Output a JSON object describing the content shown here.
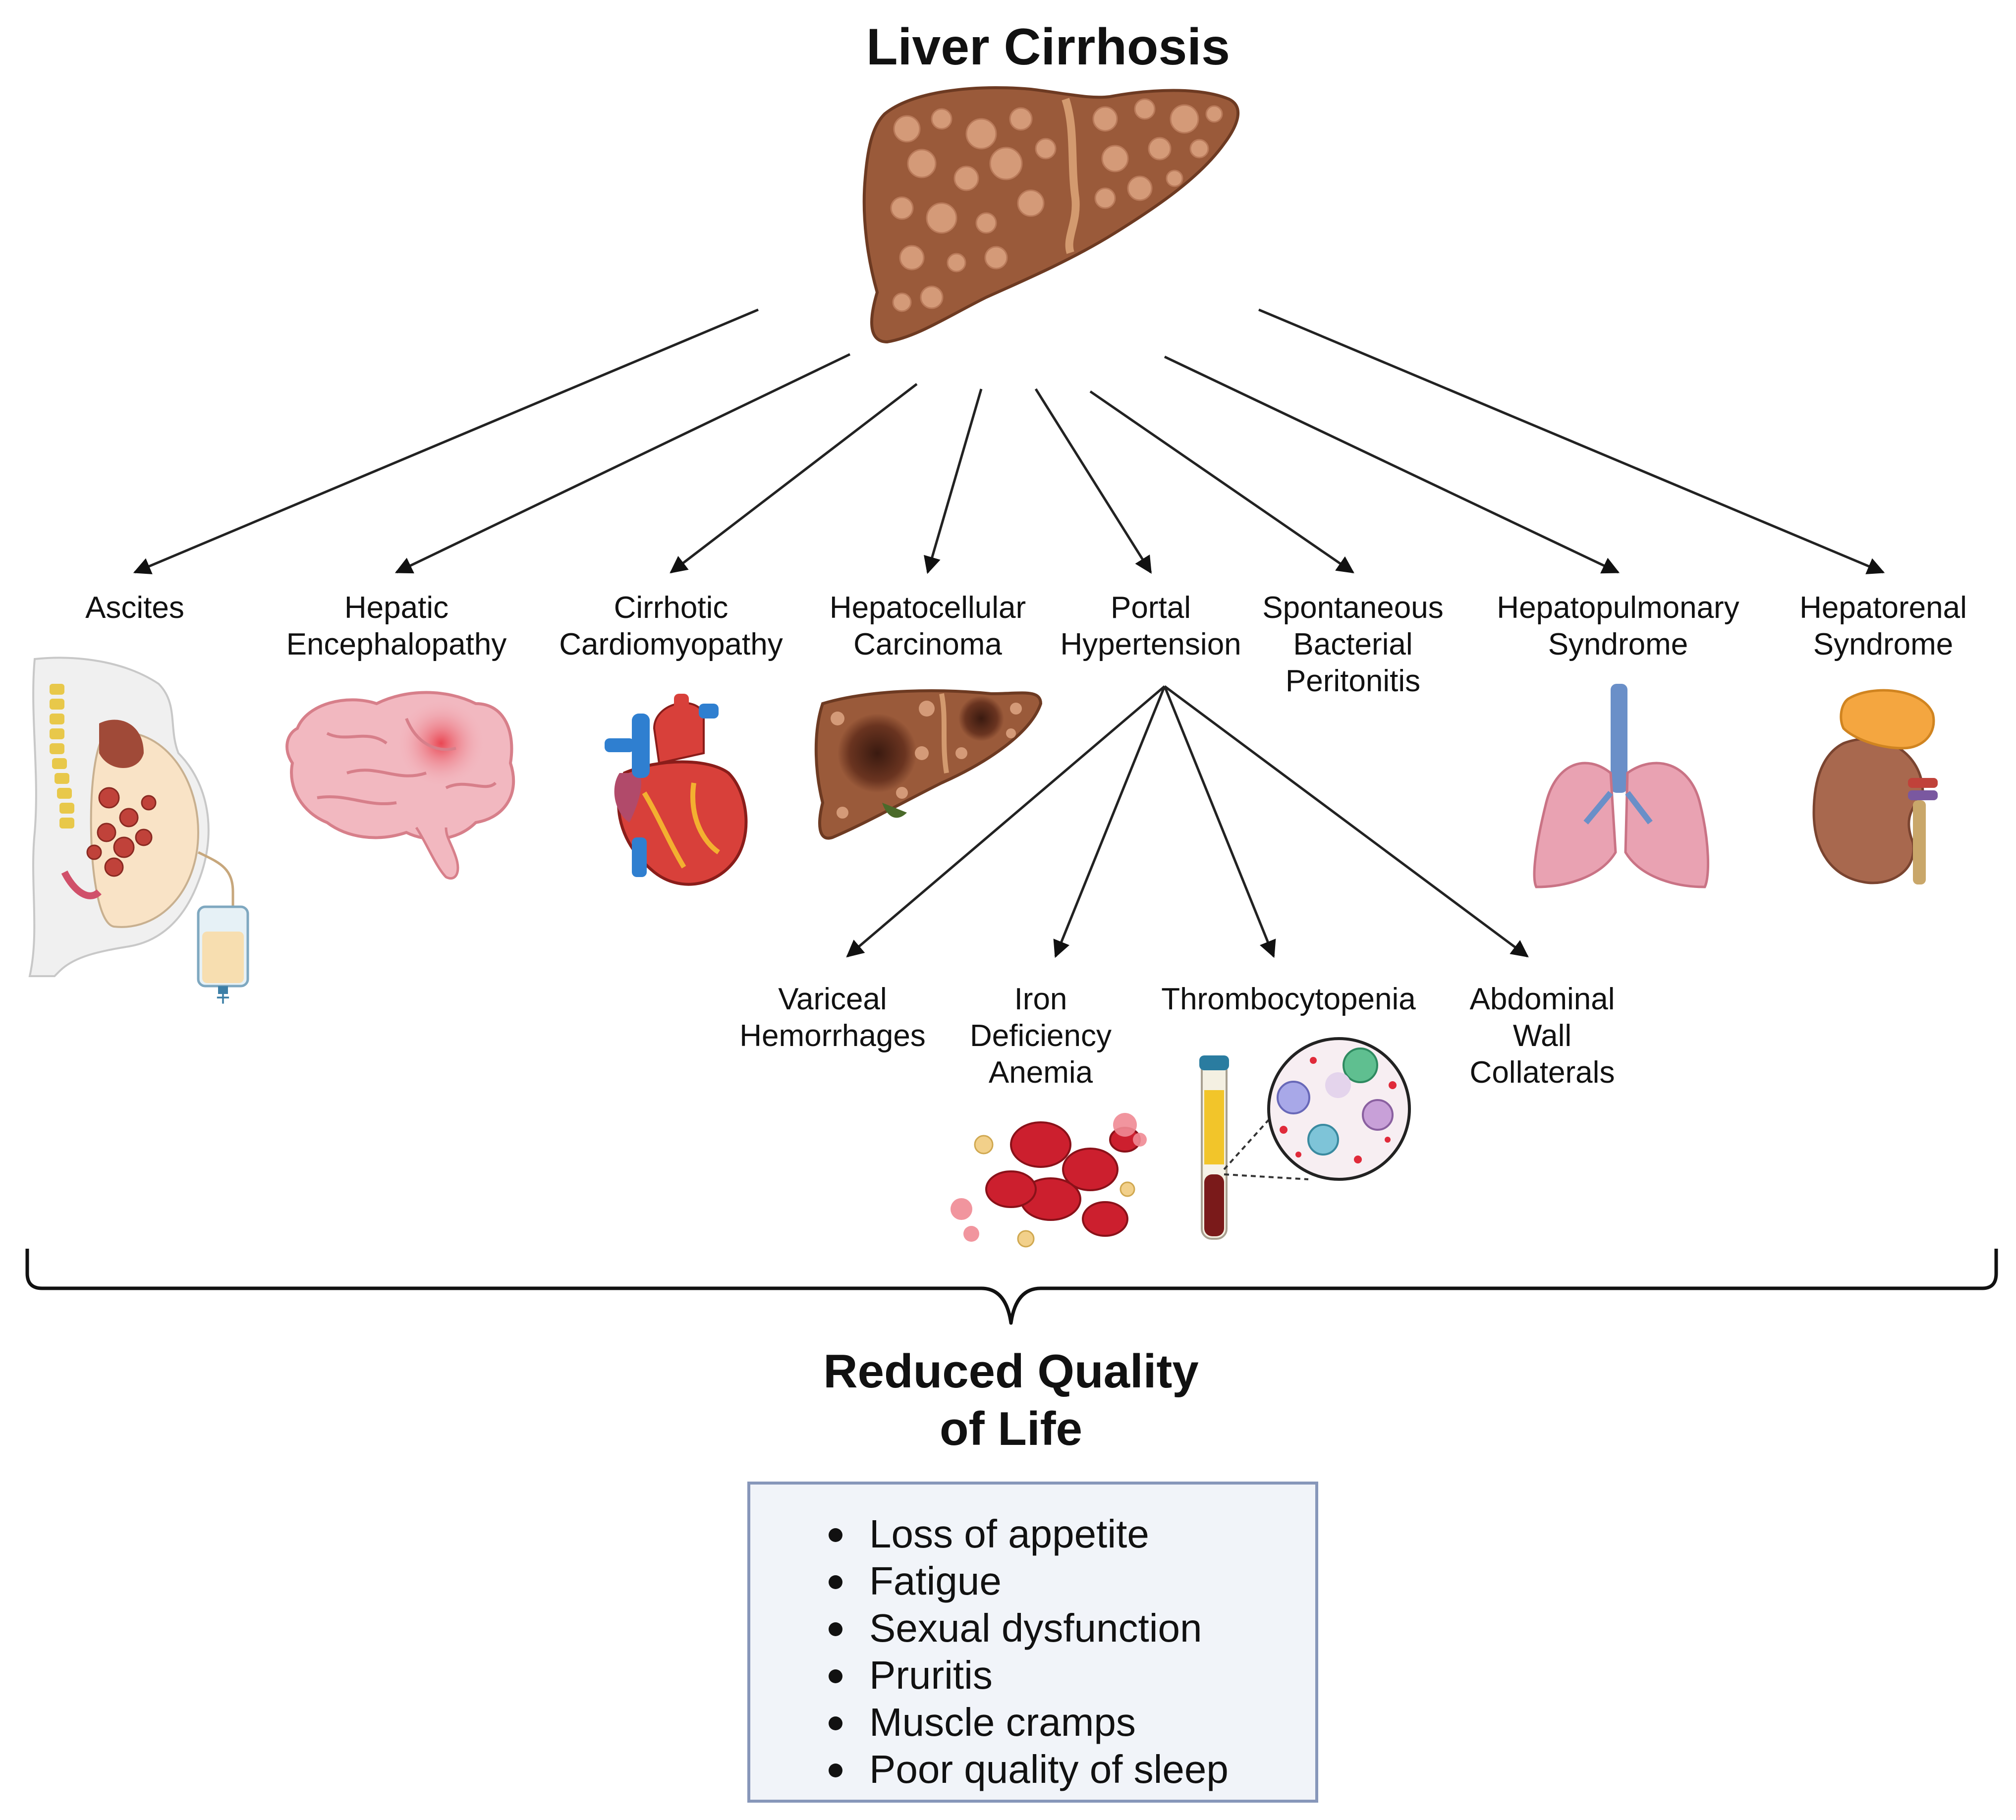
{
  "title": "Liver Cirrhosis",
  "complications": [
    {
      "label": "Ascites"
    },
    {
      "label": "Hepatic\nEncephalopathy"
    },
    {
      "label": "Cirrhotic\nCardiomyopathy"
    },
    {
      "label": "Hepatocellular\nCarcinoma"
    },
    {
      "label": "Portal\nHypertension"
    },
    {
      "label": "Spontaneous\nBacterial\nPeritonitis"
    },
    {
      "label": "Hepatopulmonary\nSyndrome"
    },
    {
      "label": "Hepatorenal\nSyndrome"
    }
  ],
  "portal_hypertension_effects": [
    {
      "label": "Variceal\nHemorrhages"
    },
    {
      "label": "Iron\nDeficiency\nAnemia"
    },
    {
      "label": "Thrombocytopenia"
    },
    {
      "label": "Abdominal\nWall\nCollaterals"
    }
  ],
  "outcome": {
    "title": "Reduced Quality\nof Life",
    "items": [
      "Loss of appetite",
      "Fatigue",
      "Sexual dysfunction",
      "Pruritis",
      "Muscle cramps",
      "Poor quality of sleep"
    ]
  },
  "colors": {
    "liver": "#9a5a3a",
    "liver_nodule": "#d49a78",
    "brain": "#f2b8c0",
    "heart_red": "#d8403a",
    "vessel_blue": "#2f7fd0",
    "lung": "#e9a2b2",
    "trachea": "#6a8fc8",
    "kidney": "#a8684e",
    "adrenal": "#f4a640",
    "rbc": "#cc1f2e",
    "box_fill": "#f1f4f9",
    "box_border": "#8797ba"
  }
}
